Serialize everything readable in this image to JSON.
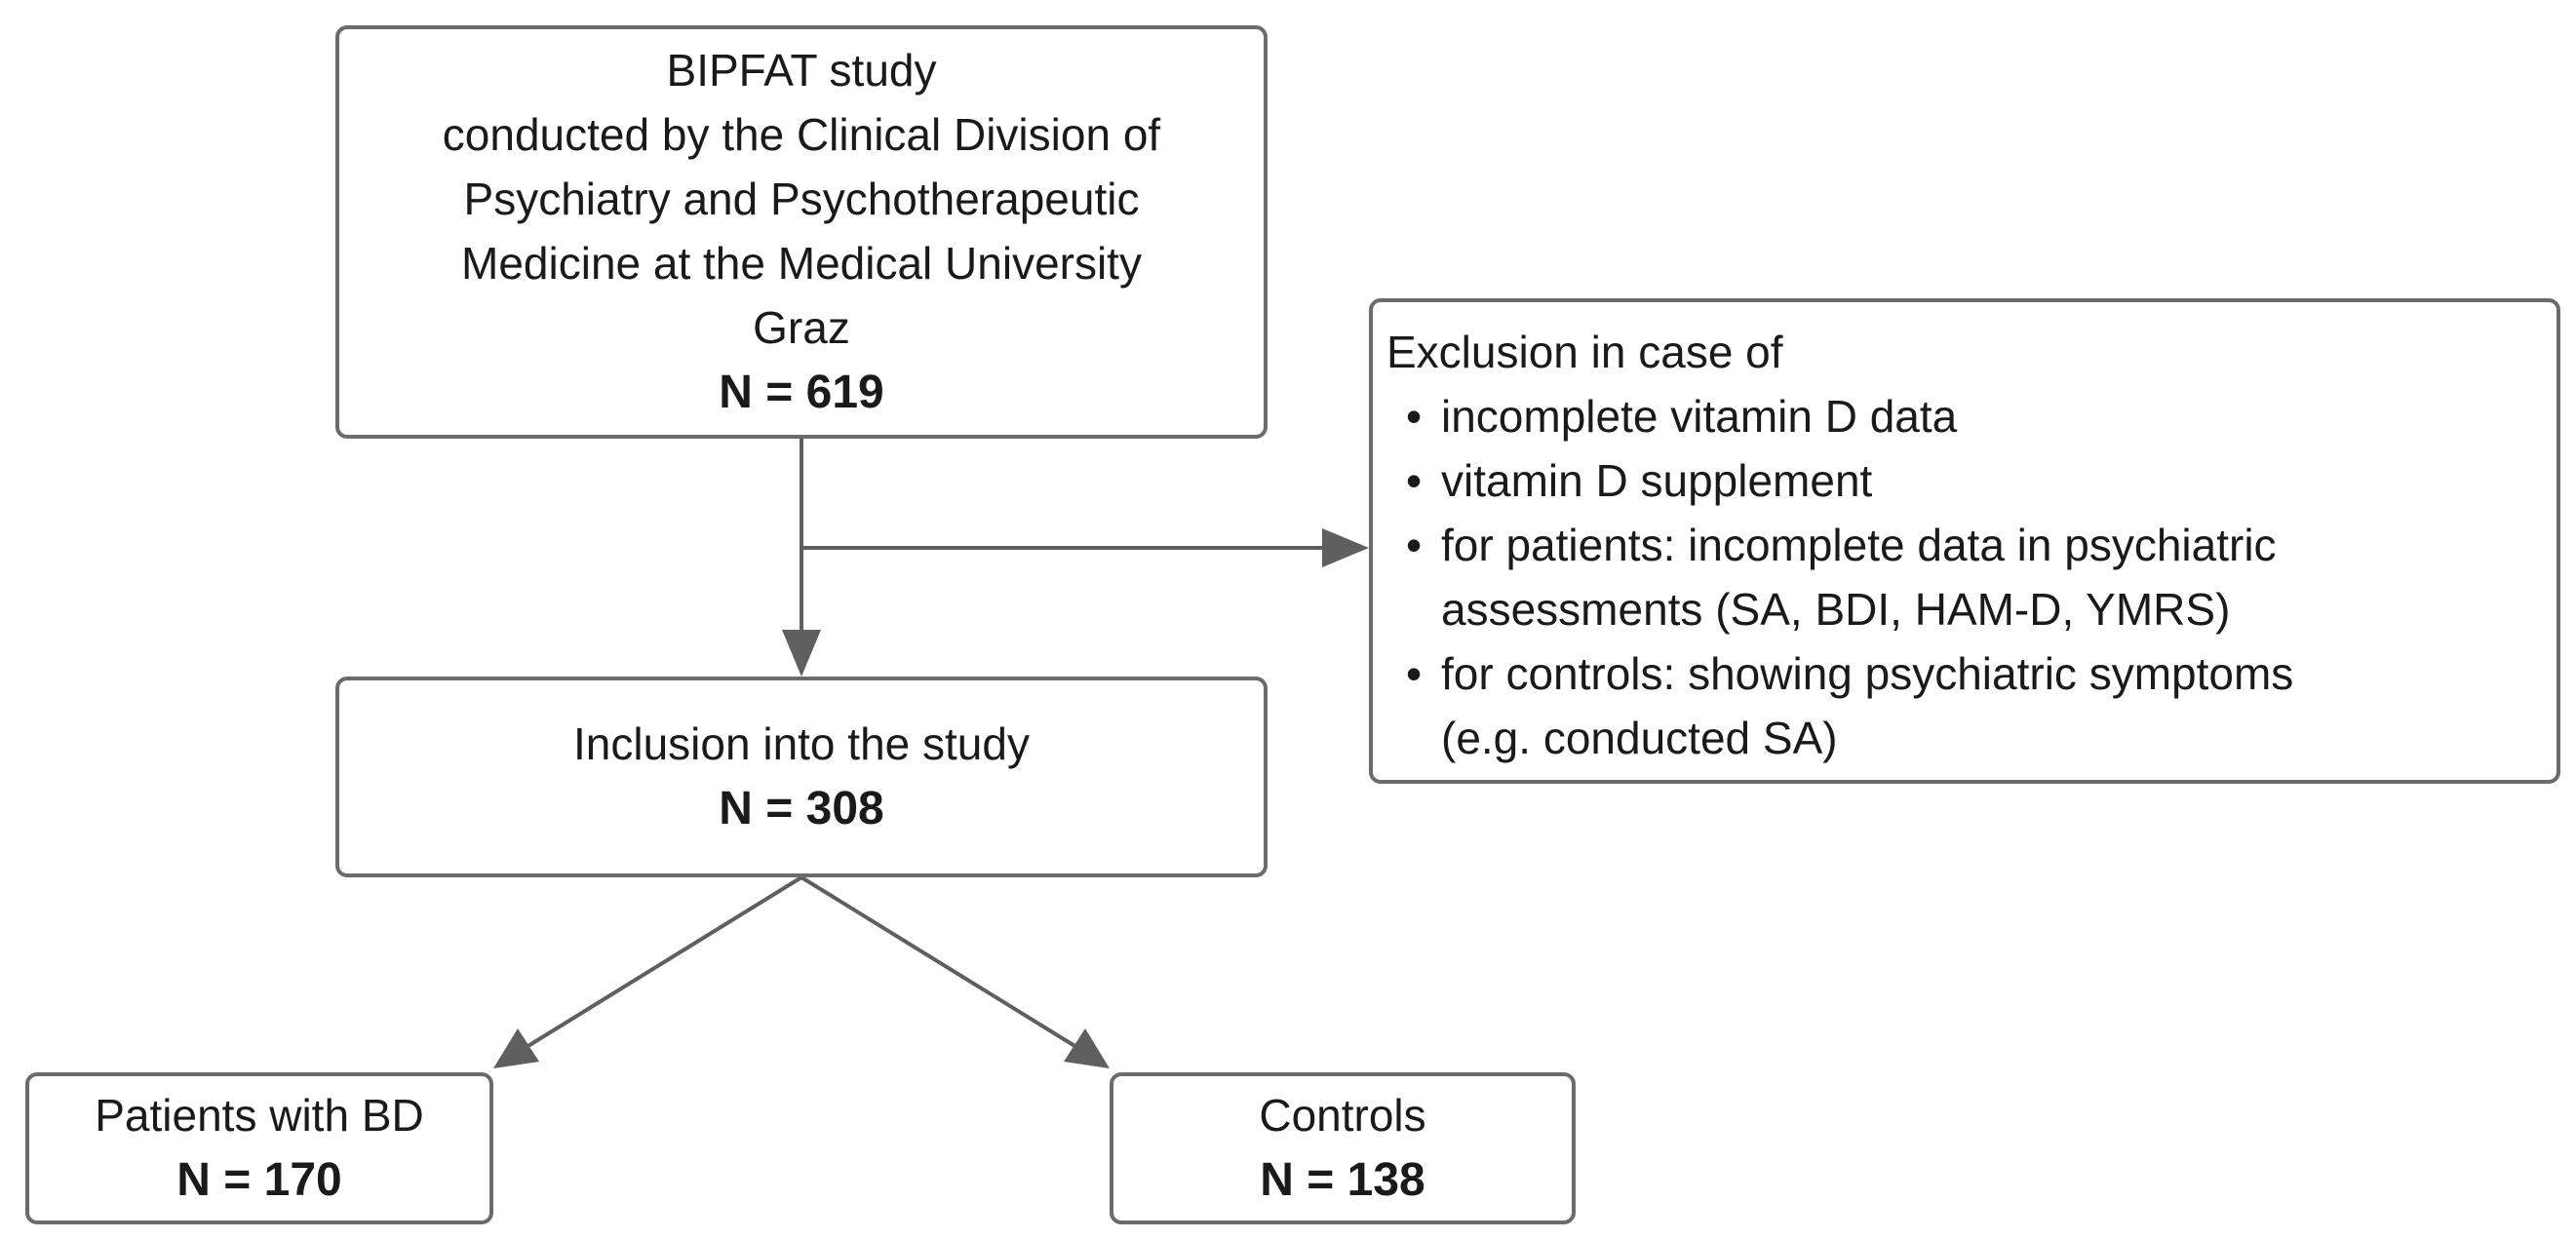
{
  "study_box": {
    "lines": [
      "BIPFAT study",
      "conducted by the Clinical Division of",
      "Psychiatry and Psychotherapeutic",
      "Medicine at the Medical University",
      "Graz"
    ],
    "count": "N = 619"
  },
  "exclusion_box": {
    "title": "Exclusion in case of",
    "items": [
      {
        "lines": [
          "incomplete vitamin D data"
        ]
      },
      {
        "lines": [
          "vitamin D supplement"
        ]
      },
      {
        "lines": [
          "for patients: incomplete data in psychiatric",
          "assessments (SA, BDI, HAM-D, YMRS)"
        ]
      },
      {
        "lines": [
          "for controls: showing psychiatric symptoms",
          "(e.g. conducted SA)"
        ]
      }
    ],
    "bullet": "•"
  },
  "inclusion_box": {
    "label": "Inclusion into the study",
    "count": "N = 308"
  },
  "patients_box": {
    "label": "Patients with BD",
    "count": "N = 170"
  },
  "controls_box": {
    "label": "Controls",
    "count": "N = 138"
  },
  "colors": {
    "border": "#6b6b6b",
    "connector": "#5f5f5f",
    "text": "#1a1a1a"
  }
}
